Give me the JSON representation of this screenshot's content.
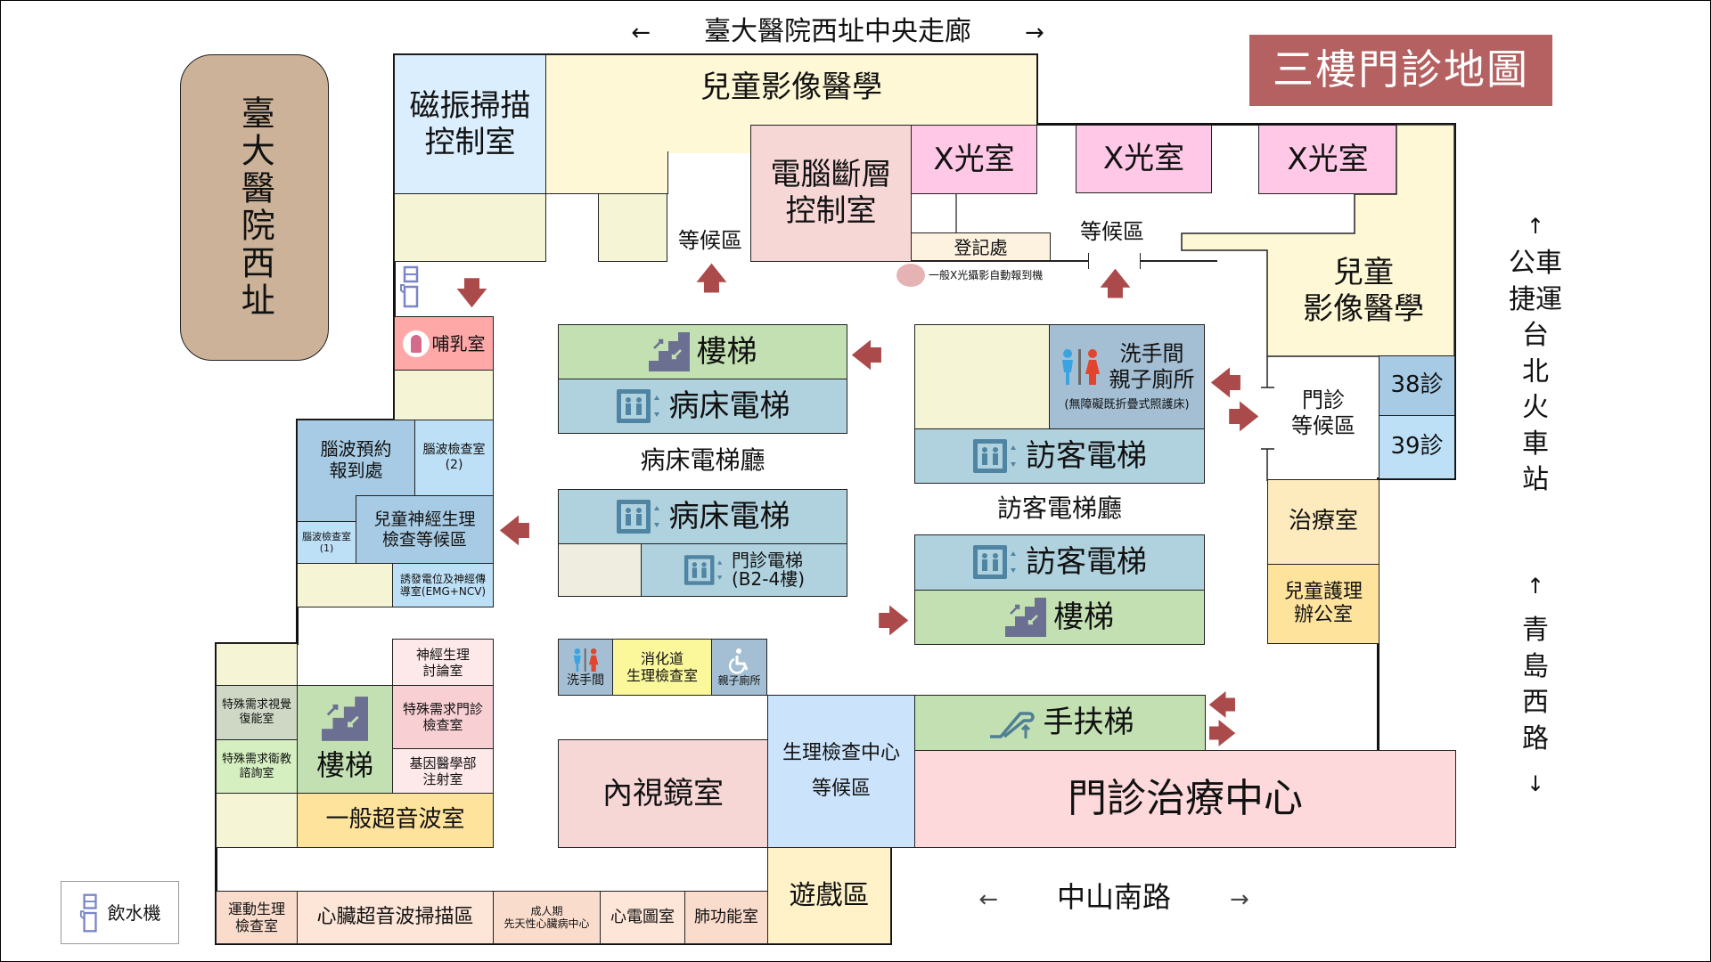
{
  "title": "三樓門診地圖",
  "colors": {
    "title_bg": "#b56161",
    "arrow": "#ab4a4b",
    "west_site_bg": "#cbb298"
  },
  "streets": {
    "top": {
      "left_arrow": "←",
      "label": "臺大醫院西址中央走廊",
      "right_arrow": "→"
    },
    "bottom": {
      "left_arrow": "←",
      "label": "中山南路",
      "right_arrow": "→"
    },
    "right_upper": {
      "arrow": "↑",
      "lines": [
        "公車",
        "捷運",
        "台",
        "北",
        "火",
        "車",
        "站"
      ]
    },
    "right_lower": {
      "arrow_up": "↑",
      "lines": [
        "青",
        "島",
        "西",
        "路"
      ],
      "arrow_down": "↓"
    }
  },
  "west_site": "臺大醫院西址",
  "legend": {
    "icon": "water-dispenser-icon",
    "label": "飲水機"
  },
  "rooms": {
    "mri": [
      "磁振掃描",
      "控制室"
    ],
    "peds_imaging_top": "兒童影像醫學",
    "ct": [
      "電腦斷層",
      "控制室"
    ],
    "xray1": "X光室",
    "xray2": "X光室",
    "xray3": "X光室",
    "registration": "登記處",
    "xray_kiosk": "一般X光攝影自動報到機",
    "waiting_left": "等候區",
    "waiting_mid": "等候區",
    "peds_imaging_right": [
      "兒童",
      "影像醫學"
    ],
    "clinic_waiting": [
      "門診",
      "等候區"
    ],
    "room38": "38診",
    "room39": "39診",
    "treatment": "治療室",
    "peds_nursing": [
      "兒童護理",
      "辦公室"
    ],
    "restroom_main": [
      "洗手間",
      "親子廁所"
    ],
    "restroom_note": "(無障礙既折疊式照護床)",
    "visitor_elev1": "訪客電梯",
    "visitor_hall": "訪客電梯廳",
    "visitor_elev2": "訪客電梯",
    "stairs_right": "樓梯",
    "stairs_mid": "樓梯",
    "bed_elev1": "病床電梯",
    "bed_hall": "病床電梯廳",
    "bed_elev2": "病床電梯",
    "clinic_elev": [
      "門診電梯",
      "(B2-4樓)"
    ],
    "nursing_room": "哺乳室",
    "eeg_reg": [
      "腦波預約",
      "報到處"
    ],
    "eeg2": [
      "腦波檢查室",
      "(2)"
    ],
    "eeg1": [
      "腦波檢查室",
      "(1)"
    ],
    "peds_neuro_wait": [
      "兒童神經生理",
      "檢查等候區"
    ],
    "emg": [
      "誘發電位及神經傳",
      "導室(EMG+NCV)"
    ],
    "neuro_discuss": [
      "神經生理",
      "討論室"
    ],
    "special_clinic": [
      "特殊需求門診",
      "檢查室"
    ],
    "genetic": [
      "基因醫學部",
      "注射室"
    ],
    "special_vision": [
      "特殊需求視覺",
      "復能室"
    ],
    "special_edu": [
      "特殊需求衛教",
      "諮詢室"
    ],
    "stairs_left": "樓梯",
    "ultrasound": "一般超音波室",
    "restroom_small": "洗手間",
    "gi_lab": [
      "消化道",
      "生理檢查室"
    ],
    "family_restroom": "親子廁所",
    "endoscopy": "內視鏡室",
    "physio_center": [
      "生理檢查中心",
      "等候區"
    ],
    "escalator": "手扶梯",
    "clinic_treatment": "門診治療中心",
    "exercise": [
      "運動生理",
      "檢查室"
    ],
    "echo": "心臟超音波掃描區",
    "achd": [
      "成人期",
      "先天性心臟病中心"
    ],
    "ecg": "心電圖室",
    "pft": "肺功能室",
    "play": "遊戲區"
  }
}
